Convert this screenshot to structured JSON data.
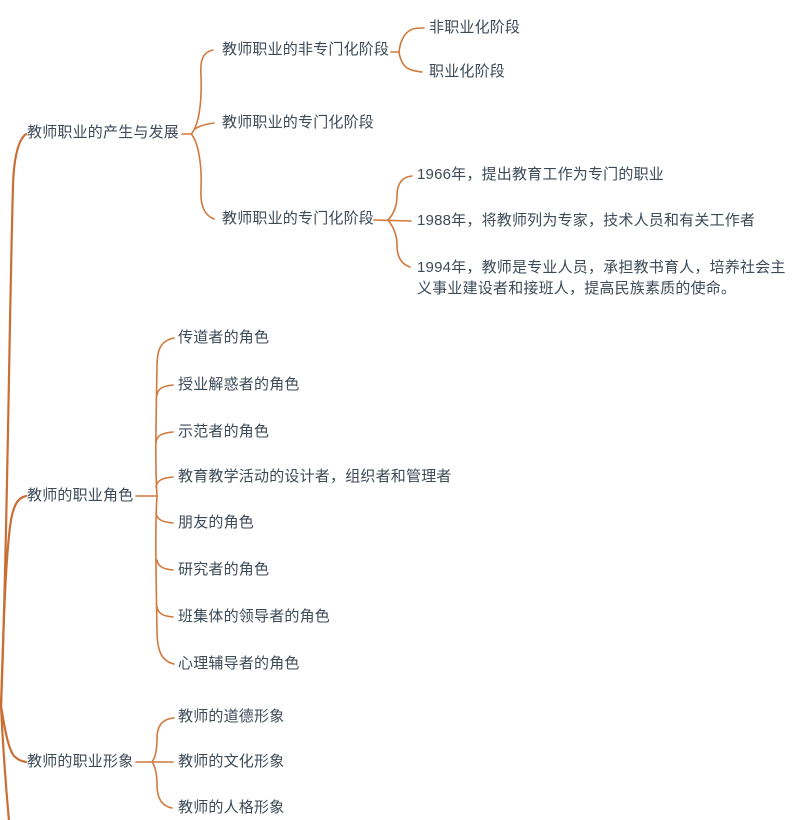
{
  "diagram": {
    "type": "mindmap",
    "palette": {
      "line_color": "#D2793C",
      "trunk_color": "#C96F33",
      "text_color": "#3D4A58",
      "background": "#FFFFFF"
    },
    "branches": [
      {
        "label": "教师职业的产生与发展",
        "children": [
          {
            "label": "教师职业的非专门化阶段",
            "children": [
              {
                "label": "非职业化阶段"
              },
              {
                "label": "职业化阶段"
              }
            ]
          },
          {
            "label": "教师职业的专门化阶段"
          },
          {
            "label": "教师职业的专门化阶段",
            "children": [
              {
                "label": "1966年，提出教育工作为专门的职业"
              },
              {
                "label": "1988年，将教师列为专家，技术人员和有关工作者"
              },
              {
                "label": "1994年，教师是专业人员，承担教书育人，培养社会主义事业建设者和接班人，提高民族素质的使命。"
              }
            ]
          }
        ]
      },
      {
        "label": "教师的职业角色",
        "children": [
          {
            "label": "传道者的角色"
          },
          {
            "label": "授业解惑者的角色"
          },
          {
            "label": "示范者的角色"
          },
          {
            "label": "教育教学活动的设计者，组织者和管理者"
          },
          {
            "label": "朋友的角色"
          },
          {
            "label": "研究者的角色"
          },
          {
            "label": "班集体的领导者的角色"
          },
          {
            "label": "心理辅导者的角色"
          }
        ]
      },
      {
        "label": "教师的职业形象",
        "children": [
          {
            "label": "教师的道德形象"
          },
          {
            "label": "教师的文化形象"
          },
          {
            "label": "教师的人格形象"
          }
        ]
      }
    ]
  }
}
